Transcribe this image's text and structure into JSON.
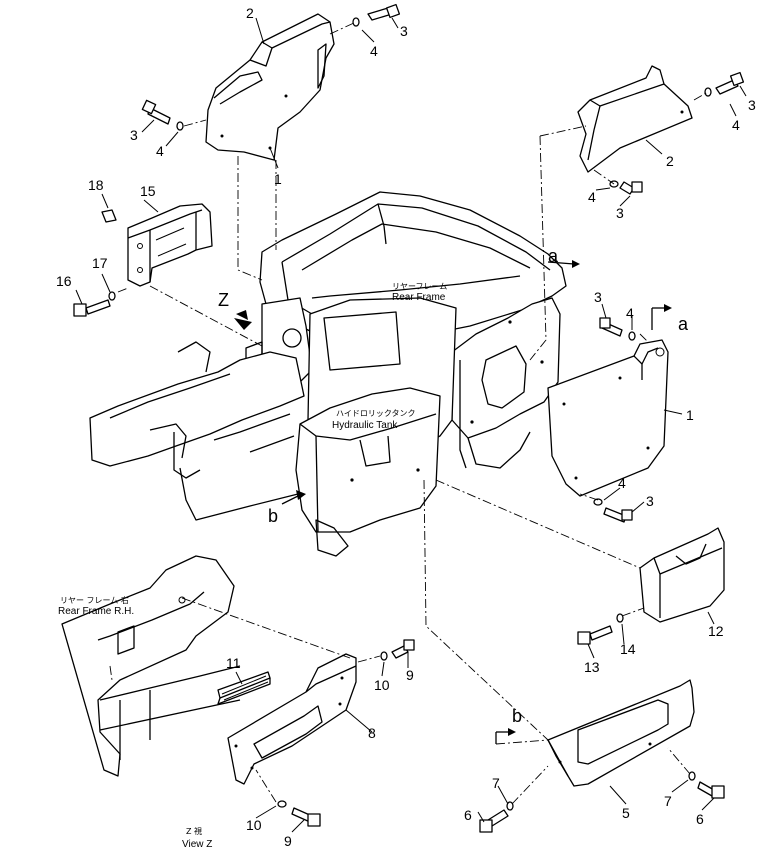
{
  "labels": {
    "rear_frame_jp": "リヤーフレーム",
    "rear_frame_en": "Rear Frame",
    "hydraulic_tank_jp": "ハイドロリックタンク",
    "hydraulic_tank_en": "Hydraulic Tank",
    "rear_frame_rh_jp": "リヤー フレーム 右",
    "rear_frame_rh_en": "Rear Frame R.H.",
    "view_z_jp": "Z 視",
    "view_z_en": "View Z"
  },
  "callouts": {
    "p1": "1",
    "p2": "2",
    "p3": "3",
    "p4": "4",
    "p5": "5",
    "p6": "6",
    "p7": "7",
    "p8": "8",
    "p9": "9",
    "p10": "10",
    "p11": "11",
    "p12": "12",
    "p13": "13",
    "p14": "14",
    "p15": "15",
    "p16": "16",
    "p17": "17",
    "p18": "18"
  },
  "view_letters": {
    "a": "a",
    "b": "b",
    "z": "Z"
  }
}
